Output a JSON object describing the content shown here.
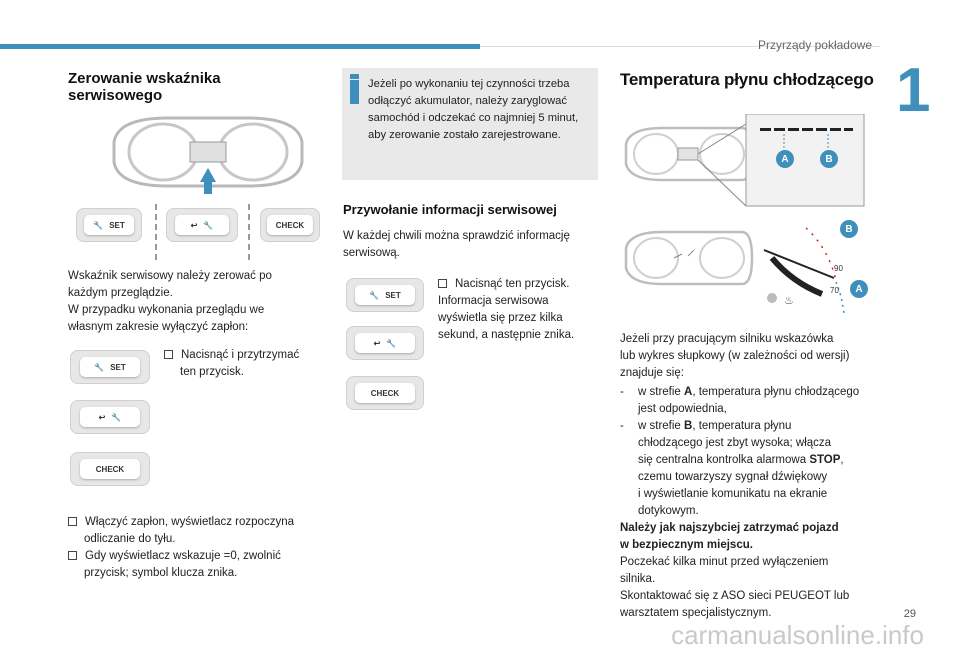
{
  "header": {
    "section_title": "Przyrządy pokładowe",
    "chapter_number": "1",
    "page_number": "29",
    "watermark": "carmanualsonline.info"
  },
  "col1": {
    "heading": "Zerowanie wskaźnika serwisowego",
    "intro": [
      "Wskaźnik serwisowy należy zerować po",
      "każdym przeglądzie.",
      "W przypadku wykonania przeglądu we",
      "własnym zakresie wyłączyć zapłon:"
    ],
    "step_press": [
      "Nacisnąć i przytrzymać",
      "ten przycisk."
    ],
    "step_ignition": [
      "Włączyć zapłon, wyświetlacz rozpoczyna",
      "odliczanie do tyłu."
    ],
    "step_release": [
      "Gdy wyświetlacz wskazuje =0, zwolnić",
      "przycisk; symbol klucza znika."
    ]
  },
  "buttons": {
    "set": "SET",
    "check": "CHECK"
  },
  "col2": {
    "info": [
      "Jeżeli po wykonaniu tej czynności trzeba",
      "odłączyć akumulator, należy zaryglować",
      "samochód i odczekać co najmniej 5 minut,",
      "aby zerowanie zostało zarejestrowane."
    ],
    "heading": "Przywołanie informacji serwisowej",
    "intro": [
      "W każdej chwili można sprawdzić informację",
      "serwisową."
    ],
    "step": [
      "Nacisnąć ten przycisk.",
      "Informacja serwisowa",
      "wyświetla się przez kilka",
      "sekund, a następnie znika."
    ]
  },
  "col3": {
    "heading": "Temperatura płynu chłodzącego",
    "zone_a": "A",
    "zone_b": "B",
    "gauge_low": "70",
    "gauge_high": "90",
    "intro": [
      "Jeżeli przy pracującym silniku wskazówka",
      "lub wykres słupkowy (w zależności od wersji)",
      "znajduje się:"
    ],
    "item_a_pre": "w strefie ",
    "item_a_rest": ", temperatura płynu chłodzącego",
    "item_a_line2": "jest odpowiednia,",
    "item_b_pre": "w strefie ",
    "item_b_rest": ", temperatura płynu",
    "item_b_lines": [
      "chłodzącego jest zbyt wysoka; włącza",
      "się centralna kontrolka alarmowa "
    ],
    "stop": "STOP",
    "item_b_tail": [
      ",",
      "czemu towarzyszy sygnał dźwiękowy",
      "i wyświetlanie komunikatu na ekranie",
      "dotykowym."
    ],
    "warning": [
      "Należy jak najszybciej zatrzymać pojazd",
      "w bezpiecznym miejscu."
    ],
    "after": [
      "Poczekać kilka minut przed wyłączeniem",
      "silnika.",
      "Skontaktować się z ASO sieci PEUGEOT lub",
      "warsztatem specjalistycznym."
    ]
  }
}
